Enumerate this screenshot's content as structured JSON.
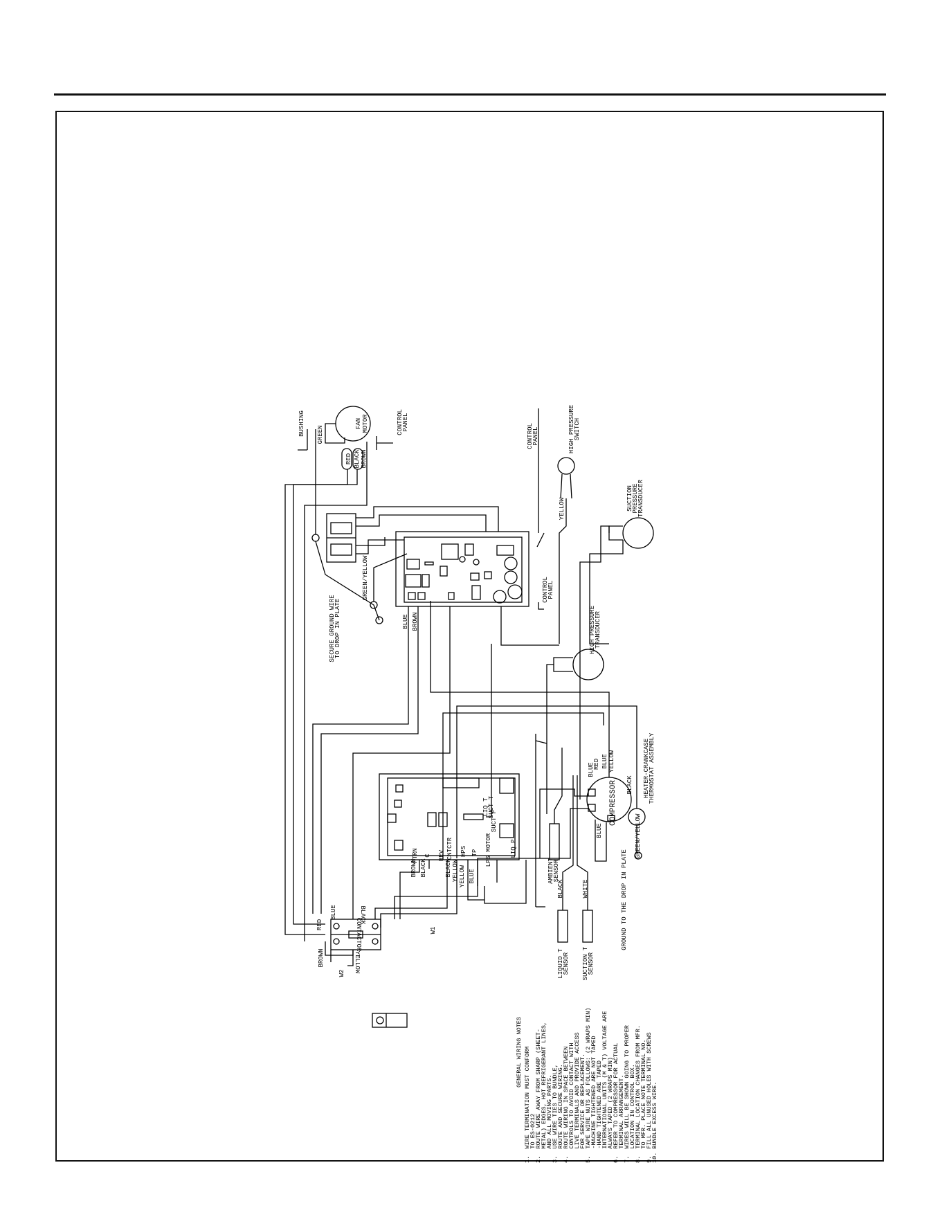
{
  "domain": "Diagram",
  "components": {
    "fan_motor": [
      "FAN",
      "MOTOR"
    ],
    "bushing": "BUSHING",
    "control_panel": [
      "CONTROL",
      "PANEL"
    ],
    "high_pressure_switch": [
      "HIGH PRESSURE",
      "SWITCH"
    ],
    "suction_pressure_transducer": [
      "SUCTION",
      "PRESSURE",
      "TRANSDUCER"
    ],
    "high_pressure_transducer": [
      "HIGH PRESSURE",
      "TRANSDUCER"
    ],
    "compressor": "COMPRESSOR",
    "heater_crankcase": [
      "HEATER-CRANKCASE",
      "THERMOSTAT ASSEMBLY"
    ],
    "ambient_sensor": [
      "AMBIENT",
      "SENSOR"
    ],
    "liquid_sensor": [
      "LIQUID T",
      "SENSOR"
    ],
    "suction_sensor": [
      "SUCTION T",
      "SENSOR"
    ],
    "contactor": "CONTACTOR",
    "ground_note": [
      "SECURE GROUND WIRE",
      "TO DROP IN PLATE"
    ],
    "ground_plate_note": "GROUND TO THE DROP IN PLATE"
  },
  "wire_labels": {
    "green": "GREEN",
    "red": "RED",
    "black": "BLACK",
    "brown": "BROWN",
    "yellow": "YELLOW",
    "blue": "BLUE",
    "green_yellow": "GREEN/YELLOW",
    "white": "WHITE",
    "w1": "W1",
    "w2": "W2"
  },
  "board_terminals": {
    "fan": "FTRN",
    "common": "C",
    "reversing": "REV",
    "contactor": "CNTCTR",
    "hps": "HPS",
    "tp": "TP",
    "lps_motor": "LPS MOTOR",
    "liq_p": "LIQ P",
    "suct_p": "SUCT P",
    "liq_t_suct_t": [
      "LIQ T",
      "SUCT T"
    ]
  },
  "notes": {
    "heading": "GENERAL WIRING NOTES",
    "items": [
      "1.  WIRE TERMINATION MUST CONFORM",
      "    TO ES-0212",
      "2.  ROUTE WIRE AWAY FROM SHARP (SHEET-",
      "    METAL) EDGES, HOT REFRIGERANT LINES,",
      "    AND ALL MOVING PARTS.",
      "3.  USE WIRE TIES TO BUNDLE,",
      "    ROUTE AND SECURE WIRING.",
      "4.  ROUTE WIRING IN SPACE BETWEEN",
      "    CONTROLS TO AVOID CONTACT WITH",
      "    LIVE TERMINALS AND PROVIDE ACCESS",
      "    FOR SERVICE OR REPLACEMENT.",
      "5.  TAPE WIRE NUTS AS FOLLOWS: (2 WRAPS MIN)",
      "    -MACHINE TIGHTENED ARE NOT TAPED",
      "    -HAND TIGHTENED ARE TAPED",
      "    INTERNATIONAL UNITS (M & T) VOLTAGE ARE",
      "    ALWAYS TAPED (2 WRAPS MIN)",
      "6.  REFER TO COMPRESSOR FOR ACTUAL",
      "    TERMINAL ARRANGEMENT.",
      "7.  WIRES WILL BE SHOWN GOING TO PROPER",
      "    LOCATION IN CONTROL BOX.",
      "8.  TERMINAL LOCATION CHANGES FROM MFR.",
      "    TO MFR. PLACE NOTE TERMINAL NO.",
      "9.  FILL ALL UNUSED HOLES WITH SCREWS",
      "10. BUNDLE EXCESS WIRE."
    ]
  }
}
